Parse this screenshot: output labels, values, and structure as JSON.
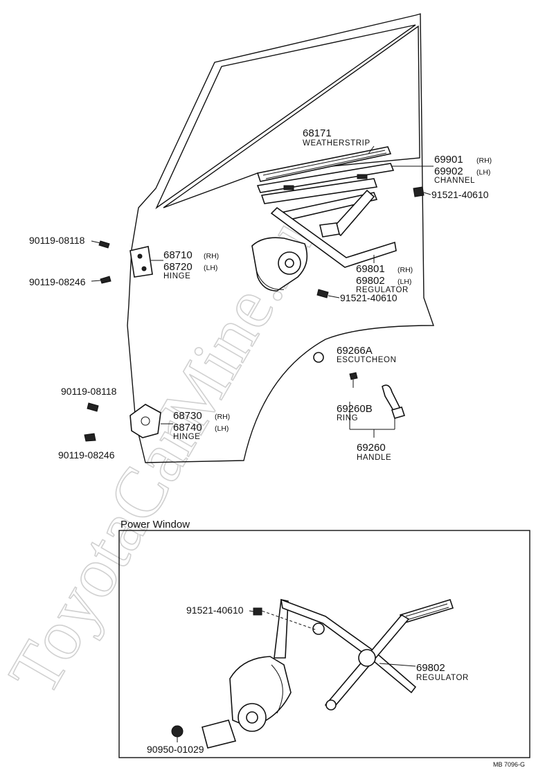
{
  "watermark": "ToyotaCarMine.ru",
  "parts": {
    "weatherstrip": {
      "number": "68171",
      "name": "WEATHERSTRIP"
    },
    "channel": {
      "number_rh": "69901",
      "side_rh": "(RH)",
      "number_lh": "69902",
      "side_lh": "(LH)",
      "name": "CHANNEL"
    },
    "bolt_channel": {
      "number": "91521-40610"
    },
    "upper_hinge": {
      "number_rh": "68710",
      "side_rh": "(RH)",
      "number_lh": "68720",
      "side_lh": "(LH)",
      "name": "HINGE"
    },
    "upper_hinge_bolt_top": {
      "number": "90119-08118"
    },
    "upper_hinge_bolt_bottom": {
      "number": "90119-08246"
    },
    "regulator": {
      "number_rh": "69801",
      "side_rh": "(RH)",
      "number_lh": "69802",
      "side_lh": "(LH)",
      "name": "REGULATOR"
    },
    "bolt_regulator": {
      "number": "91521-40610"
    },
    "escutcheon": {
      "number": "69266A",
      "name": "ESCUTCHEON"
    },
    "ring": {
      "number": "69260B",
      "name": "RING"
    },
    "handle": {
      "number": "69260",
      "name": "HANDLE"
    },
    "lower_hinge": {
      "number_rh": "68730",
      "side_rh": "(RH)",
      "number_lh": "68740",
      "side_lh": "(LH)",
      "name": "HINGE"
    },
    "lower_hinge_bolt_top": {
      "number": "90119-08118"
    },
    "lower_hinge_bolt_bottom": {
      "number": "90119-08246"
    }
  },
  "power_window": {
    "title": "Power Window",
    "bolt": {
      "number": "91521-40610"
    },
    "regulator": {
      "number": "69802",
      "name": "REGULATOR"
    },
    "nut": {
      "number": "90950-01029"
    }
  },
  "figure_code": "MB 7096-G"
}
